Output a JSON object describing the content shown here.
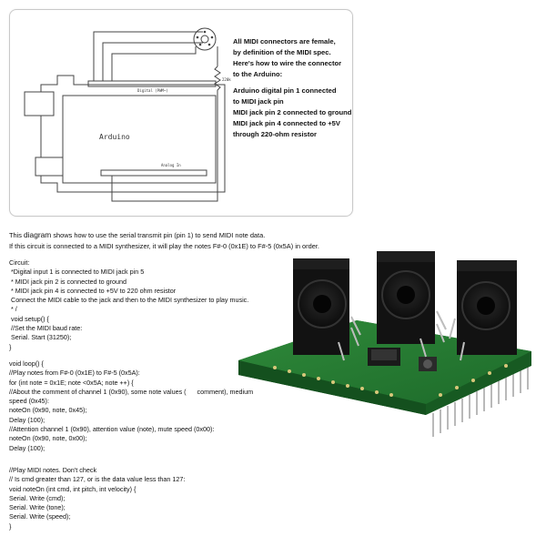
{
  "schematic": {
    "board_label": "Arduino",
    "header_label_top": "Digital (PWM~)",
    "header_label_bottom": "Analog In",
    "resistor_label": "220k",
    "wiring_notes": [
      "All MIDI connectors are female,",
      "by definition of the MIDI spec.",
      "Here's how to wire the connector",
      "to the Arduino:",
      "",
      "Arduino digital pin 1 connected",
      "to MIDI jack pin",
      "MIDI jack pin 2 connected to ground",
      "MIDI jack pin 4 connected to +5V",
      "through 220-ohm resistor"
    ]
  },
  "intro": {
    "line1_prefix": "This ",
    "line1_keyword": "diagram",
    "line1_rest": " shows how to use the serial transmit pin (pin 1) to send MIDI note data.",
    "line2": "If this circuit is connected to a MIDI synthesizer, it will play the notes F#-0 (0x1E) to F#-5 (0x5A) in order."
  },
  "code_lines": [
    "Circuit:",
    " *Digital input 1 is connected to MIDI jack pin 5",
    " * MIDI jack pin 2 is connected to ground",
    " * MIDI jack pin 4 is connected to +5V to 220 ohm resistor",
    " Connect the MIDI cable to the jack and then to the MIDI synthesizer to play music.",
    " * /",
    " void setup() {",
    " //Set the MIDI baud rate:",
    " Serial. Start (31250);",
    "}",
    "",
    "void loop() {",
    "//Play notes from F#-0 (0x1E) to F#-5 (0x5A):",
    "for (int note = 0x1E; note <0x5A; note ++) {",
    "//About the comment of channel 1 (0x90), some note values (      comment), medium",
    "speed (0x45):",
    "noteOn (0x90, note, 0x45);",
    "Delay (100);",
    "//Attention channel 1 (0x90), attention value (note), mute speed (0x00):",
    "noteOn (0x90, note, 0x00);",
    "Delay (100);",
    "",
    "",
    "//Play MIDI notes. Don't check",
    "// Is cmd greater than 127, or is the data value less than 127:",
    "void noteOn (int cmd, int pitch, int velocity) {",
    "Serial. Write (cmd);",
    "Serial. Write (tone);",
    "Serial. Write (speed);",
    "}"
  ]
}
